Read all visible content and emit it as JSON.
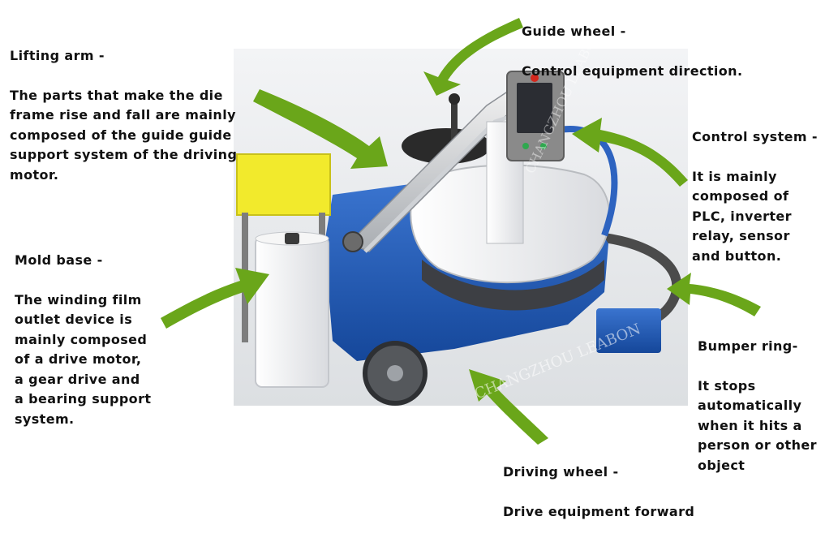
{
  "labels": {
    "guide_wheel": {
      "title": "Guide wheel -",
      "desc": "Control equipment direction."
    },
    "lifting_arm": {
      "title": "Lifting arm -",
      "desc": "The parts that make the die\nframe rise and fall are mainly\ncomposed of the guide guide\nsupport system of the driving\nmotor."
    },
    "control_system": {
      "title": "Control system -",
      "desc": "It is mainly\ncomposed of\nPLC, inverter\nrelay, sensor\nand button."
    },
    "mold_base": {
      "title": "Mold base -",
      "desc": "The winding film\noutlet device is\nmainly composed\nof a drive motor,\na gear drive and\na bearing support\nsystem."
    },
    "bumper_ring": {
      "title": "Bumper ring-",
      "desc": "It stops\nautomatically\nwhen it hits a\nperson or other\nobject"
    },
    "driving_wheel": {
      "title": "Driving wheel -",
      "desc": "Drive equipment forward"
    }
  },
  "watermark": "CHANGZHOU LEABON",
  "colors": {
    "arrow": "#6aa61a",
    "body_blue": "#1f59b5",
    "film_yellow": "#f2ea2c",
    "panel_gray": "#8a8a8a",
    "photo_bg": "#e6e8ea"
  }
}
